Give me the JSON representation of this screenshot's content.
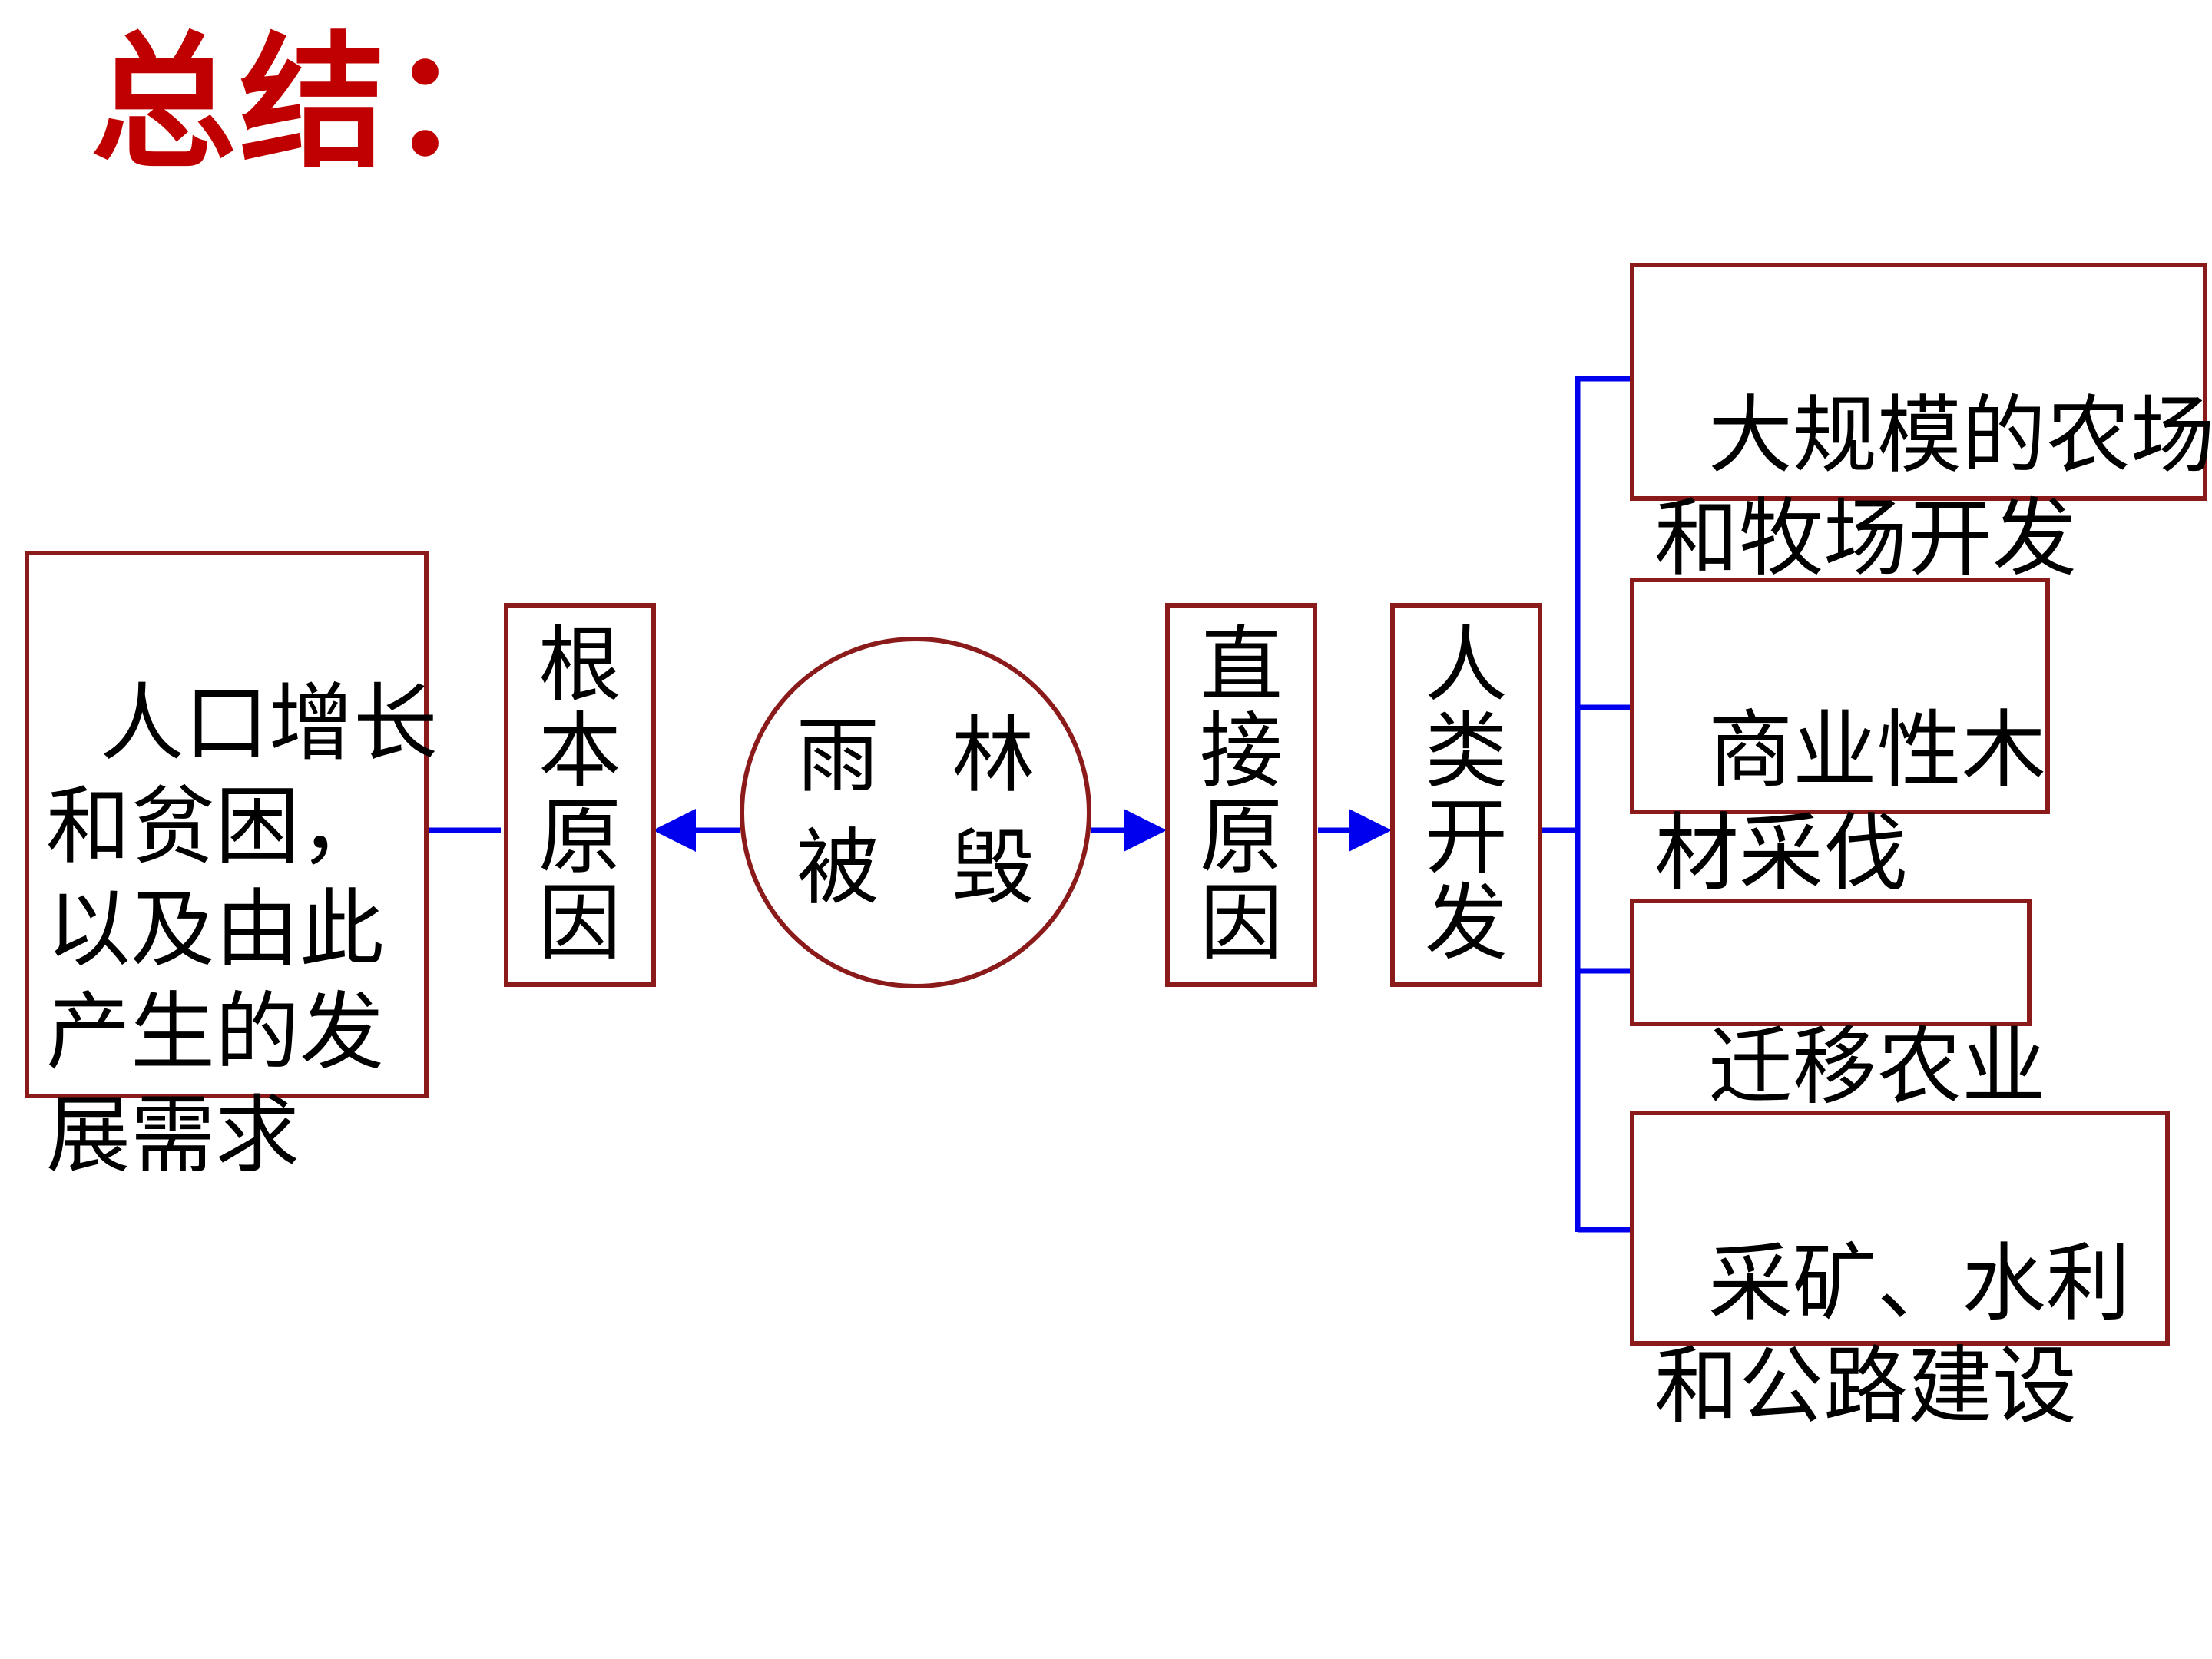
{
  "title": "总结：",
  "center": {
    "text": "雨 林\n被 毁"
  },
  "root_cause": {
    "label": "根\n本\n原\n因",
    "detail": "人口增长\n和贫困，\n以及由此\n产生的发\n展需求"
  },
  "direct_cause": {
    "label": "直\n接\n原\n因",
    "detail": "人\n类\n开\n发"
  },
  "activities": [
    "大规模的农场\n和牧场开发",
    "商业性木\n材采伐",
    "迁移农业",
    "采矿、水利\n和公路建设"
  ],
  "colors": {
    "title": "#c00000",
    "border": "#8b1a1a",
    "connector": "#0000ee"
  }
}
